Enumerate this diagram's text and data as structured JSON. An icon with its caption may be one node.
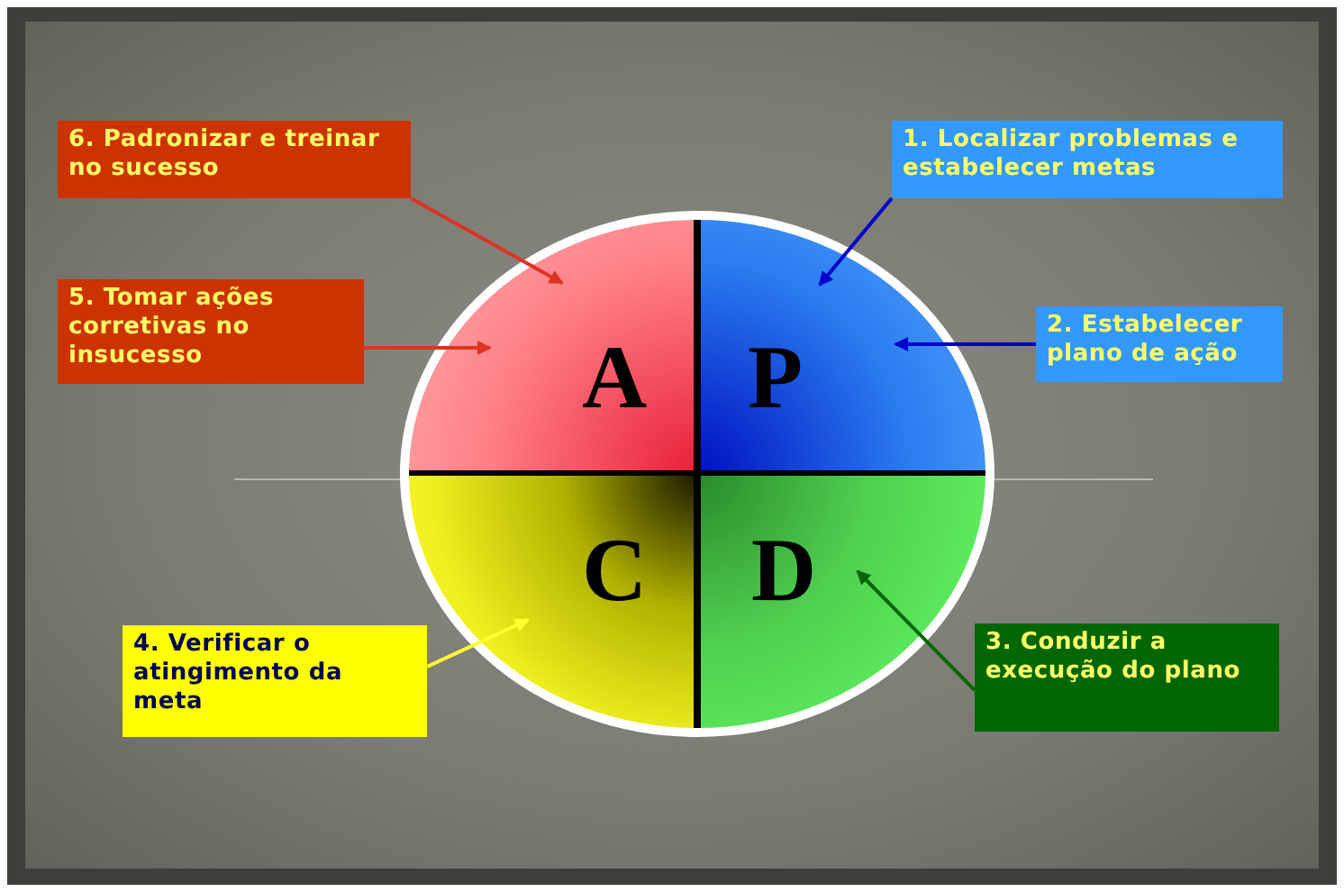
{
  "diagram": {
    "nodes": [
      {
        "text": [
          "6. Padronizar e treinar no sucesso"
        ]
      },
      {
        "text": [
          "1. Localizar problemas e estabelecer metas"
        ]
      },
      {
        "text": [
          "5. Tomar ações corretivas no insucesso"
        ]
      },
      {
        "text": [
          "2. Estabelecer plano de ação"
        ]
      },
      {
        "text": [
          "A"
        ]
      },
      {
        "text": [
          "P"
        ]
      },
      {
        "text": [
          "C"
        ]
      },
      {
        "text": [
          "D"
        ]
      },
      {
        "text": [
          "4. Verificar o atingimento da meta"
        ]
      },
      {
        "text": [
          "3. Conduzir a execução do plano"
        ]
      }
    ],
    "edges": [
      {
        "from": 0,
        "to": 4,
        "arrow": "to",
        "color": "#dd3322"
      },
      {
        "from": 1,
        "to": 5,
        "arrow": "to",
        "color": "#0000cc"
      },
      {
        "from": 2,
        "to": 4,
        "arrow": "to",
        "color": "#dd3322"
      },
      {
        "from": 3,
        "to": 5,
        "arrow": "to",
        "color": "#0000cc"
      },
      {
        "from": 8,
        "to": 6,
        "arrow": "to",
        "color": "#ffff33"
      },
      {
        "from": 9,
        "to": 7,
        "arrow": "to",
        "color": "#006600"
      }
    ]
  }
}
